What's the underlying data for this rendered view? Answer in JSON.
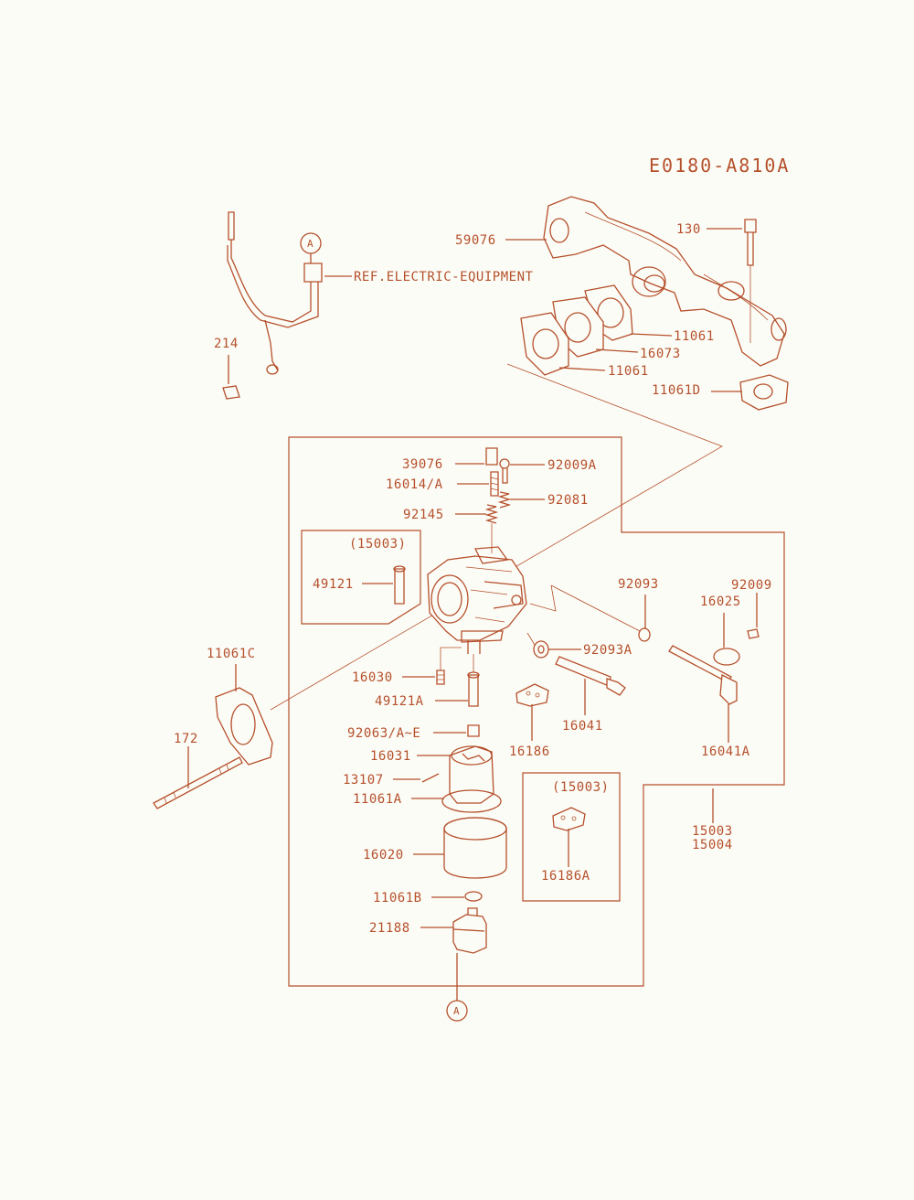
{
  "diagram_code": "E0180-A810A",
  "ref_circle": "A",
  "ref_text": "REF.ELECTRIC-EQUIPMENT",
  "sub_assembly_label_1": "(15003)",
  "sub_assembly_label_2": "(15003)",
  "assembly_numbers": [
    "15003",
    "15004"
  ],
  "callouts": {
    "c59076": "59076",
    "c130": "130",
    "c11061_a": "11061",
    "c16073": "16073",
    "c11061_b": "11061",
    "c11061d": "11061D",
    "c214": "214",
    "c39076": "39076",
    "c92009a": "92009A",
    "c16014a": "16014/A",
    "c92081": "92081",
    "c92145": "92145",
    "c49121": "49121",
    "c92093": "92093",
    "c92009": "92009",
    "c16025": "16025",
    "c92093a": "92093A",
    "c11061c": "11061C",
    "c16030": "16030",
    "c49121a": "49121A",
    "c16041": "16041",
    "c16186": "16186",
    "c16041a": "16041A",
    "c172": "172",
    "c92063": "92063/A~E",
    "c16031": "16031",
    "c13107": "13107",
    "c11061a": "11061A",
    "c16020": "16020",
    "c16186a": "16186A",
    "c11061b": "11061B",
    "c21188": "21188"
  },
  "colors": {
    "ink": "#b5502c",
    "paper": "#fcfcf6"
  }
}
